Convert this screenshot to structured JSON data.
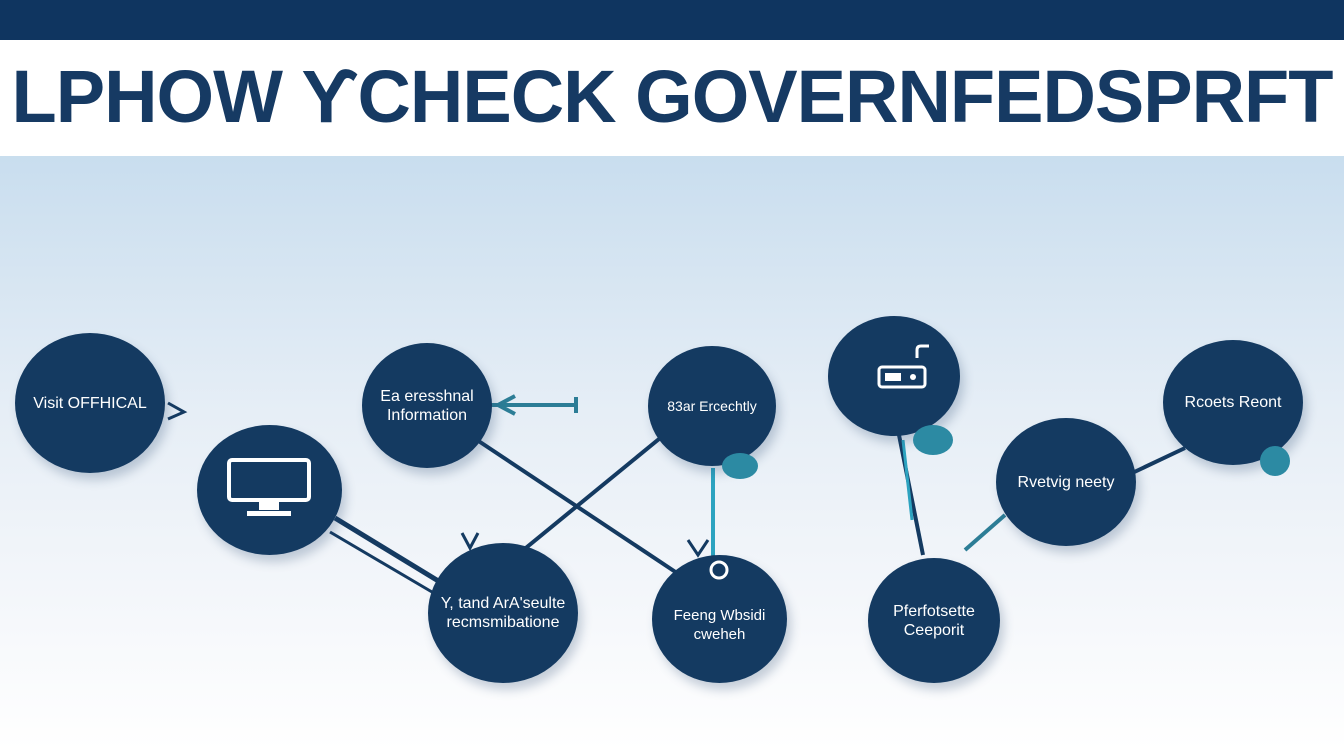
{
  "header": {
    "title": "LPHOW ϒCHECK GOVERNFEDSPRFT"
  },
  "nodes": [
    {
      "label": "Visit OFFHICAL"
    },
    {
      "label": ""
    },
    {
      "label": "Ea eresshnal\nInformation"
    },
    {
      "label": "Y, tand ArA'seulte\nrecmsmibatione"
    },
    {
      "label": "83ar Ercechtly"
    },
    {
      "label": "Feeng Wbsidi\ncweheh"
    },
    {
      "label": ""
    },
    {
      "label": "Pferfotsette\nCeeporit"
    },
    {
      "label": "Rvetvig neety"
    },
    {
      "label": "Rcoets Reont"
    }
  ],
  "icons": {
    "monitor": "monitor-icon",
    "lock": "lock-icon",
    "location": "location-pin-icon"
  },
  "colors": {
    "navy": "#143a61",
    "teal": "#2c8aa3",
    "header": "#0f3560"
  }
}
